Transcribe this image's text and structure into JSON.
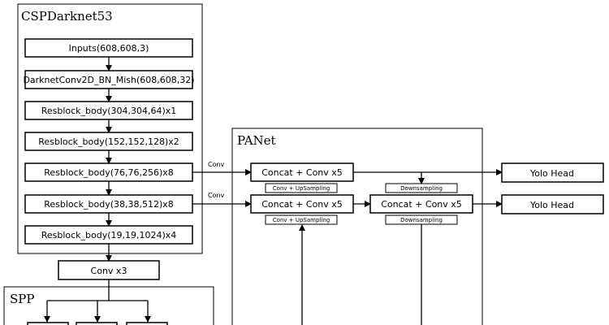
{
  "panels": {
    "backbone_title": "CSPDarknet53",
    "panet_title": "PANet",
    "spp_title": "SPP"
  },
  "backbone": {
    "blocks": [
      "Inputs(608,608,3)",
      "DarknetConv2D_BN_Mish(608,608,32)",
      "Resblock_body(304,304,64)x1",
      "Resblock_body(152,152,128)x2",
      "Resblock_body(76,76,256)x8",
      "Resblock_body(38,38,512)x8",
      "Resblock_body(19,19,1024)x4"
    ]
  },
  "neck": {
    "conv_x3": "Conv x3",
    "conv_link_top": "Conv",
    "conv_link_mid": "Conv"
  },
  "panet": {
    "concat_top": "Concat + Conv x5",
    "concat_mid": "Concat + Conv x5",
    "concat_right": "Concat + Conv x5",
    "tag_upsample_top": "Conv + UpSampling",
    "tag_upsample_bottom": "Conv + UpSampling",
    "tag_downsample_top": "Downsampling",
    "tag_downsample_bottom": "Downsampling"
  },
  "heads": {
    "head_top": "Yolo Head",
    "head_mid": "Yolo Head"
  }
}
